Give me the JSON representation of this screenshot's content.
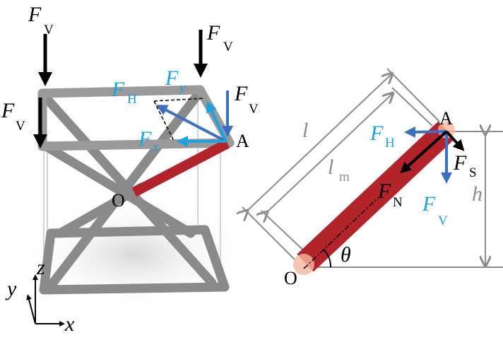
{
  "left": {
    "force_v": {
      "main": "F",
      "sub": "V"
    },
    "force_h": {
      "main": "F",
      "sub": "H"
    },
    "force_x": {
      "main": "F",
      "sub": "x"
    },
    "force_y": {
      "main": "F",
      "sub": "y"
    },
    "point_a": "A",
    "point_o": "O",
    "axes": {
      "x": "x",
      "y": "y",
      "z": "z"
    }
  },
  "right": {
    "length_l": "l",
    "length_lm": {
      "main": "l",
      "sub": "m"
    },
    "height": "h",
    "angle": "θ",
    "force_h": {
      "main": "F",
      "sub": "H"
    },
    "force_v": {
      "main": "F",
      "sub": "V"
    },
    "force_s": {
      "main": "F",
      "sub": "S"
    },
    "force_n": {
      "main": "F",
      "sub": "N"
    },
    "point_a": "A",
    "point_o": "O"
  },
  "colors": {
    "black": "#000000",
    "cyan": "#1aa3e0",
    "blue": "#3b6fbf",
    "red": "#b2232a",
    "gray": "#9a9a9a"
  }
}
